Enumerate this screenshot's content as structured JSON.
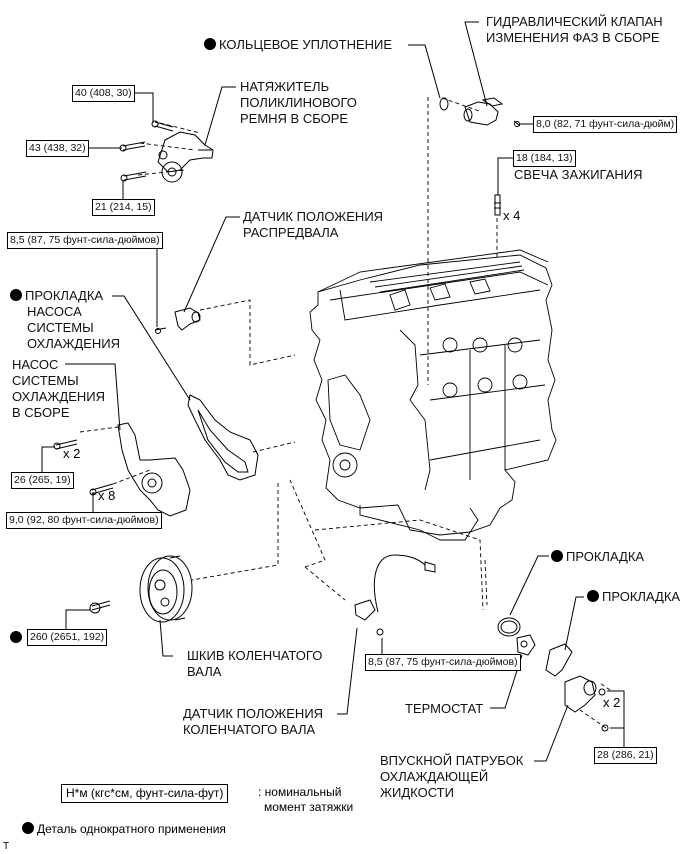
{
  "labels": {
    "o_ring": "КОЛЬЦЕВОЕ УПЛОТНЕНИЕ",
    "ocv_1": "ГИДРАВЛИЧЕСКИЙ КЛАПАН",
    "ocv_2": "ИЗМЕНЕНИЯ ФАЗ В СБОРЕ",
    "tensioner_1": "НАТЯЖИТЕЛЬ",
    "tensioner_2": "ПОЛИКЛИНОВОГО",
    "tensioner_3": "РЕМНЯ В СБОРЕ",
    "spark_plug": "СВЕЧА ЗАЖИГАНИЯ",
    "cam_sensor_1": "ДАТЧИК ПОЛОЖЕНИЯ",
    "cam_sensor_2": "РАСПРЕДВАЛА",
    "pump_gasket_1": "ПРОКЛАДКА",
    "pump_gasket_2": "НАСОСА",
    "pump_gasket_3": "СИСТЕМЫ",
    "pump_gasket_4": "ОХЛАЖДЕНИЯ",
    "pump_1": "НАСОС",
    "pump_2": "СИСТЕМЫ",
    "pump_3": "ОХЛАЖДЕНИЯ",
    "pump_4": "В СБОРЕ",
    "pulley_1": "ШКИВ КОЛЕНЧАТОГО",
    "pulley_2": "ВАЛА",
    "crank_sensor_1": "ДАТЧИК ПОЛОЖЕНИЯ",
    "crank_sensor_2": "КОЛЕНЧАТОГО ВАЛА",
    "gasket_a": "ПРОКЛАДКА",
    "gasket_b": "ПРОКЛАДКА",
    "thermostat": "ТЕРМОСТАТ",
    "inlet_1": "ВПУСКНОЙ ПАТРУБОК",
    "inlet_2": "ОХЛАЖДАЮЩЕЙ",
    "inlet_3": "ЖИДКОСТИ"
  },
  "torques": {
    "t40": "40 (408, 30)",
    "t43": "43 (438, 32)",
    "t21": "21 (214, 15)",
    "t8_0": "8,0 (82, 71 фунт-сила-дюйм)",
    "t18": "18 (184, 13)",
    "t8_5_cam": "8,5 (87, 75 фунт-сила-дюймов)",
    "t26": "26 (265, 19)",
    "t9_0": "9,0 (92, 80 фунт-сила-дюймов)",
    "t260": "260 (2651, 192)",
    "t8_5_crank": "8,5 (87, 75 фунт-сила-дюймов)",
    "t28": "28 (286, 21)"
  },
  "quantities": {
    "spark_plug": "x 4",
    "pump_bolt_a": "x 2",
    "pump_bolt_b": "x 8",
    "inlet_bolt": "x 2"
  },
  "legend": {
    "torque_unit": "Н*м (кгс*см, фунт-сила-фут)",
    "torque_desc_1": ": номинальный",
    "torque_desc_2": "момент затяжки",
    "single_use": "Деталь однократного применения"
  },
  "corner_mark": "T"
}
